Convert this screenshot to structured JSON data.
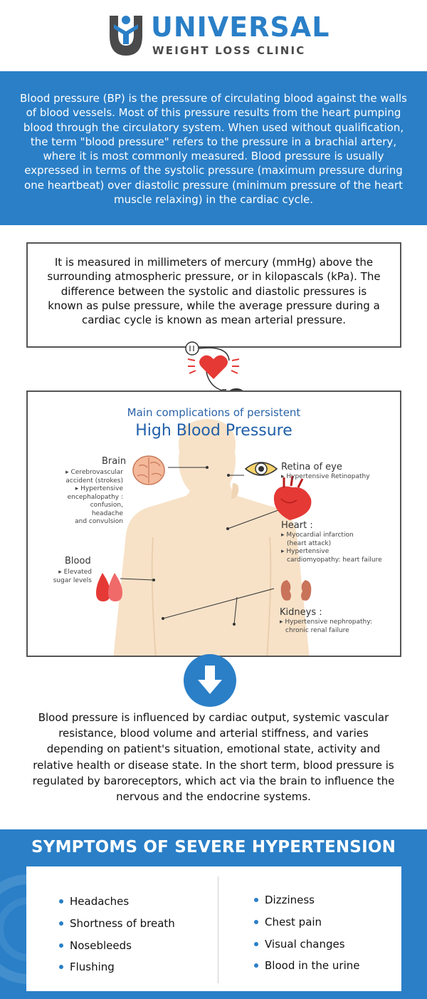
{
  "brand": {
    "name": "UNIVERSAL",
    "tagline": "WEIGHT LOSS CLINIC",
    "colors": {
      "primary": "#2a7fc7",
      "grey": "#4a4a4a"
    }
  },
  "intro": {
    "text": "Blood pressure (BP) is the pressure of circulating blood against the walls of blood vessels. Most of this pressure results from the heart pumping blood through the circulatory system. When used without qualification, the term \"blood pressure\" refers to the pressure in a brachial artery, where it is most commonly measured. Blood pressure is usually expressed in terms of the systolic pressure (maximum pressure during one heartbeat) over diastolic pressure (minimum pressure of the heart muscle relaxing) in the cardiac cycle."
  },
  "measurement": {
    "text": "It is measured in millimeters of mercury (mmHg) above the surrounding atmospheric pressure, or in kilopascals (kPa). The difference between the systolic and diastolic pressures is known as pulse pressure, while the average pressure during a cardiac cycle is known as mean arterial pressure."
  },
  "complications": {
    "subtitle": "Main complications of persistent",
    "title": "High Blood Pressure",
    "brain": {
      "title": "Brain",
      "details": [
        "▸ Cerebrovascular",
        "accident (strokes)",
        "▸ Hypertensive",
        "encephalopathy :",
        "confusion, headache",
        "and convulsion"
      ]
    },
    "eye": {
      "title": "Retina of eye",
      "details": [
        "▸ Hypertensive Retinopathy"
      ]
    },
    "heart": {
      "title": "Heart :",
      "details": [
        "▸ Myocardial infarction",
        "(heart attack)",
        "▸ Hypertensive",
        "cardiomyopathy: heart failure"
      ]
    },
    "blood": {
      "title": "Blood",
      "details": [
        "▸ Elevated",
        "sugar levels"
      ]
    },
    "kidneys": {
      "title": "Kidneys :",
      "details": [
        "▸ Hypertensive nephropathy:",
        "chronic renal failure"
      ]
    }
  },
  "influence": {
    "text": "Blood pressure is influenced by cardiac output, systemic vascular resistance, blood volume and arterial stiffness, and varies depending on patient's situation, emotional state, activity and relative health or disease state. In the short term, blood pressure is regulated by baroreceptors, which act via the brain to influence the nervous and the endocrine systems."
  },
  "symptoms": {
    "title": "SYMPTOMS OF SEVERE HYPERTENSION",
    "left": [
      "Headaches",
      "Shortness of breath",
      "Nosebleeds",
      "Flushing"
    ],
    "right": [
      "Dizziness",
      "Chest pain",
      "Visual changes",
      "Blood in the urine"
    ]
  },
  "icons": [
    "universal-logo-icon",
    "blood-pressure-monitor-icon",
    "heart-icon",
    "brain-icon",
    "eye-icon",
    "anatomical-heart-icon",
    "blood-drops-icon",
    "kidneys-icon",
    "down-arrow-icon"
  ]
}
